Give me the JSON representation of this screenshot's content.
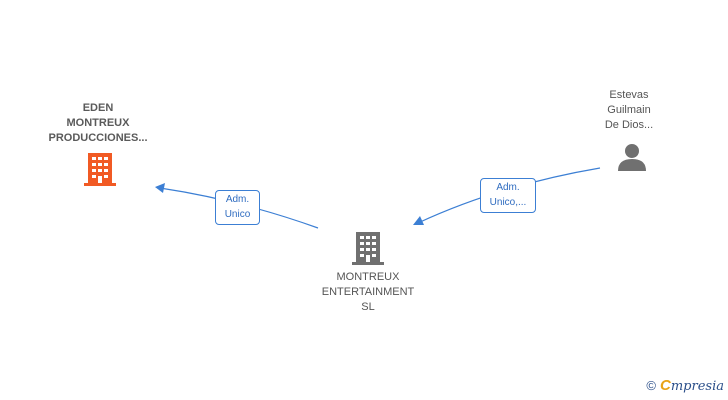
{
  "nodes": {
    "eden": {
      "label": "EDEN\nMONTREUX\nPRODUCCIONES...",
      "icon": "building-icon",
      "color": "#f15a24"
    },
    "montreux": {
      "label": "MONTREUX\nENTERTAINMENT\nSL",
      "icon": "building-icon",
      "color": "#707070"
    },
    "estevas": {
      "label": "Estevas\nGuilmain\nDe Dios...",
      "icon": "person-icon",
      "color": "#707070"
    }
  },
  "edges": {
    "left": {
      "label": "Adm.\nUnico"
    },
    "right": {
      "label": "Adm.\nUnico,..."
    }
  },
  "colors": {
    "edge": "#3c7fd4"
  },
  "footer": {
    "copyright": "©",
    "brand_initial": "C",
    "brand_rest": "mpresia"
  }
}
